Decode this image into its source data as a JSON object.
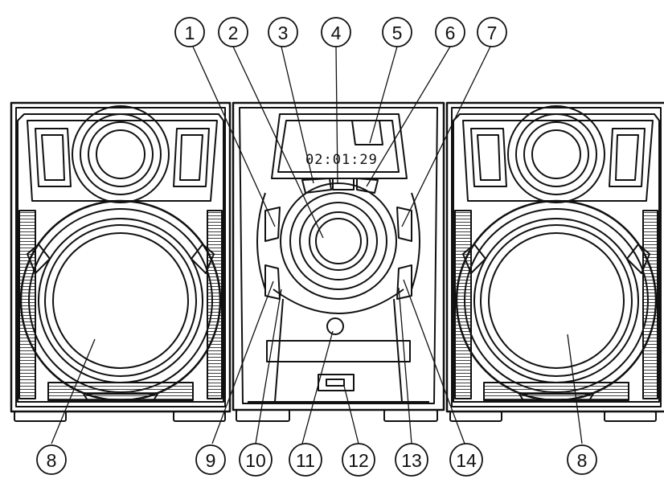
{
  "display": {
    "time": "02:01:29"
  },
  "callouts": {
    "c1": "1",
    "c2": "2",
    "c3": "3",
    "c4": "4",
    "c5": "5",
    "c6": "6",
    "c7": "7",
    "c8_left": "8",
    "c8_right": "8",
    "c9": "9",
    "c10": "10",
    "c11": "11",
    "c12": "12",
    "c13": "13",
    "c14": "14"
  },
  "colors": {
    "ink": "#111111",
    "grille": "#222222",
    "paper": "#ffffff"
  }
}
